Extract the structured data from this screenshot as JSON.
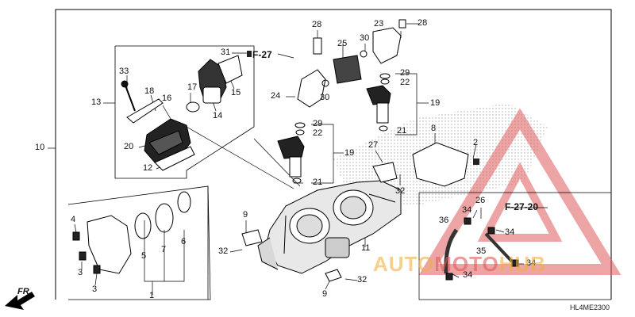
{
  "diagram": {
    "code": "HL4ME2300",
    "front_label": "FR.",
    "refs": [
      "F-27",
      "F-27-20"
    ],
    "watermark": {
      "word1": "AUTO",
      "word2": "MOTO",
      "word3": "HUB",
      "color_orange": "#f0b040",
      "color_red": "#d84848"
    },
    "parts": {
      "p1": "1",
      "p2": "2",
      "p3a": "3",
      "p3b": "3",
      "p4": "4",
      "p5": "5",
      "p6": "6",
      "p7": "7",
      "p8": "8",
      "p9a": "9",
      "p9b": "9",
      "p10": "10",
      "p11": "11",
      "p12": "12",
      "p13": "13",
      "p14": "14",
      "p15": "15",
      "p16": "16",
      "p17": "17",
      "p18": "18",
      "p19a": "19",
      "p19b": "19",
      "p20": "20",
      "p21a": "21",
      "p21b": "21",
      "p22a": "22",
      "p22b": "22",
      "p23": "23",
      "p24": "24",
      "p25": "25",
      "p26": "26",
      "p27": "27",
      "p28a": "28",
      "p28b": "28",
      "p29a": "29",
      "p29b": "29",
      "p30a": "30",
      "p30b": "30",
      "p31": "31",
      "p32a": "32",
      "p32b": "32",
      "p32c": "32",
      "p33": "33",
      "p34a": "34",
      "p34b": "34",
      "p34c": "34",
      "p34d": "34",
      "p35": "35",
      "p36": "36"
    }
  }
}
